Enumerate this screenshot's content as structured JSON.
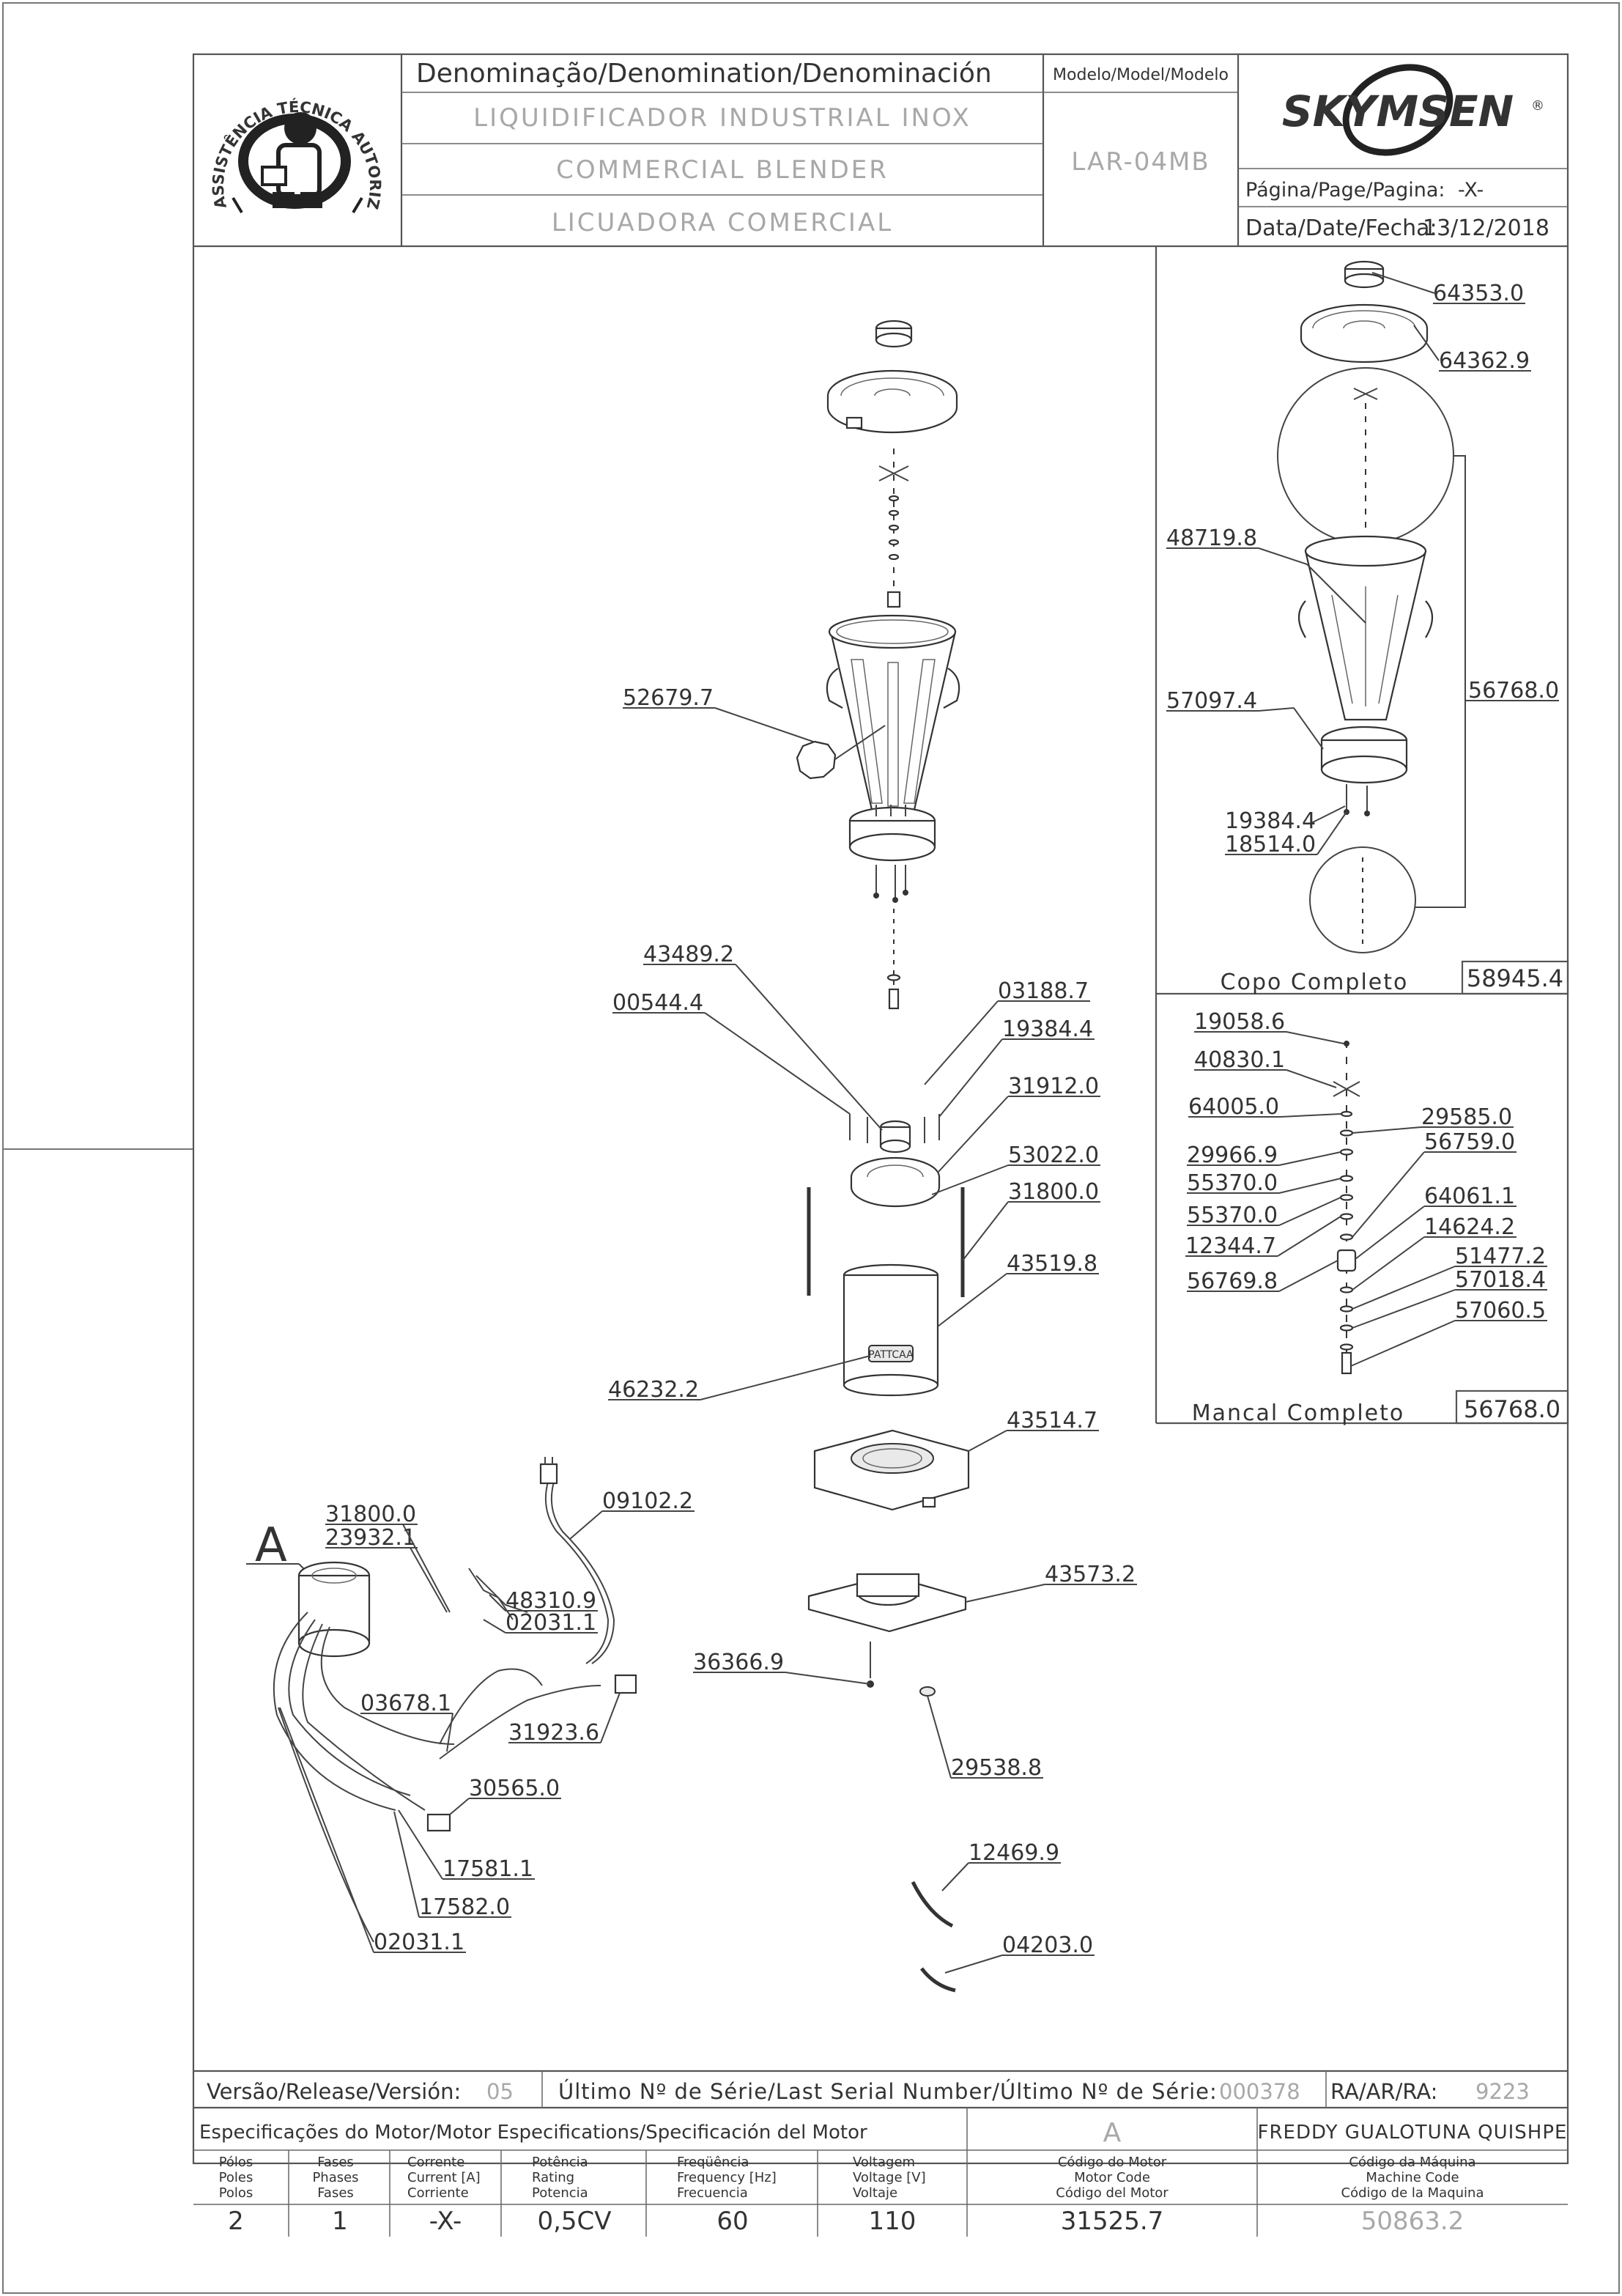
{
  "header": {
    "denomination_label": "Denominação/Denomination/Denominación",
    "name_pt": "LIQUIDIFICADOR INDUSTRIAL INOX",
    "name_en": "COMMERCIAL BLENDER",
    "name_es": "LICUADORA COMERCIAL",
    "model_label": "Modelo/Model/Modelo",
    "model_value": "LAR-04MB",
    "brand": "SKYMSEN",
    "brand_mark": "®",
    "page_label": "Página/Page/Pagina:",
    "page_value": "-X-",
    "date_label": "Data/Date/Fecha:",
    "date_value": "13/12/2018",
    "logo_text": "ASSISTÊNCIA TÉCNICA AUTORIZADA"
  },
  "main_labels": {
    "p52679": "52679.7",
    "p43489": "43489.2",
    "p00544": "00544.4",
    "p03188": "03188.7",
    "p19384": "19384.4",
    "p31912": "31912.0",
    "p53022": "53022.0",
    "p31800a": "31800.0",
    "p43519": "43519.8",
    "p46232": "46232.2",
    "p43514": "43514.7",
    "p43573": "43573.2",
    "p36366": "36366.9",
    "p29538": "29538.8",
    "p12469": "12469.9",
    "p04203": "04203.0",
    "p09102": "09102.2",
    "p31800b": "31800.0",
    "p23932": "23932.1",
    "p48310": "48310.9",
    "p02031a": "02031.1",
    "p03678": "03678.1",
    "p31923": "31923.6",
    "p30565": "30565.0",
    "p17581": "17581.1",
    "p17582": "17582.0",
    "p02031b": "02031.1",
    "detail_a": "A",
    "motor_text": "PATTCAA"
  },
  "copo_panel": {
    "p64353": "64353.0",
    "p64362": "64362.9",
    "p48719": "48719.8",
    "p57097": "57097.4",
    "p56768": "56768.0",
    "p19384": "19384.4",
    "p18514": "18514.0",
    "title": "Copo Completo",
    "code": "58945.4"
  },
  "mancal_panel": {
    "p19058": "19058.6",
    "p40830": "40830.1",
    "p64005": "64005.0",
    "p29585": "29585.0",
    "p56759": "56759.0",
    "p29966": "29966.9",
    "p55370a": "55370.0",
    "p55370b": "55370.0",
    "p64061": "64061.1",
    "p14624": "14624.2",
    "p12344": "12344.7",
    "p51477": "51477.2",
    "p56769": "56769.8",
    "p57018": "57018.4",
    "p57060": "57060.5",
    "title": "Mancal Completo",
    "code": "56768.0"
  },
  "footer": {
    "release_label": "Versão/Release/Versión:",
    "release_value": "05",
    "serial_label": "Último Nº de Série/Last Serial Number/Último Nº de Série:",
    "serial_value": "000378",
    "ra_label": "RA/AR/RA:",
    "ra_value": "9223",
    "motor_spec_label": "Especificações do Motor/Motor Especifications/Specificación del Motor",
    "motor_variant": "A",
    "technician": "FREDDY GUALOTUNA QUISHPE",
    "columns": [
      {
        "l1": "Pólos",
        "l2": "Poles",
        "l3": "Polos",
        "value": "2"
      },
      {
        "l1": "Fases",
        "l2": "Phases",
        "l3": "Fases",
        "value": "1"
      },
      {
        "l1": "Corrente",
        "l2": "Current [A]",
        "l3": "Corriente",
        "value": "-X-"
      },
      {
        "l1": "Potência",
        "l2": "Rating",
        "l3": "Potencia",
        "value": "0,5CV"
      },
      {
        "l1": "Freqüência",
        "l2": "Frequency [Hz]",
        "l3": "Frecuencia",
        "value": "60"
      },
      {
        "l1": "Voltagem",
        "l2": "Voltage [V]",
        "l3": "Voltaje",
        "value": "110"
      },
      {
        "l1": "Código do Motor",
        "l2": "Motor Code",
        "l3": "Código del Motor",
        "value": "31525.7"
      },
      {
        "l1": "Código da Máquina",
        "l2": "Machine Code",
        "l3": "Código de la Maquina",
        "value": "50863.2"
      }
    ]
  }
}
